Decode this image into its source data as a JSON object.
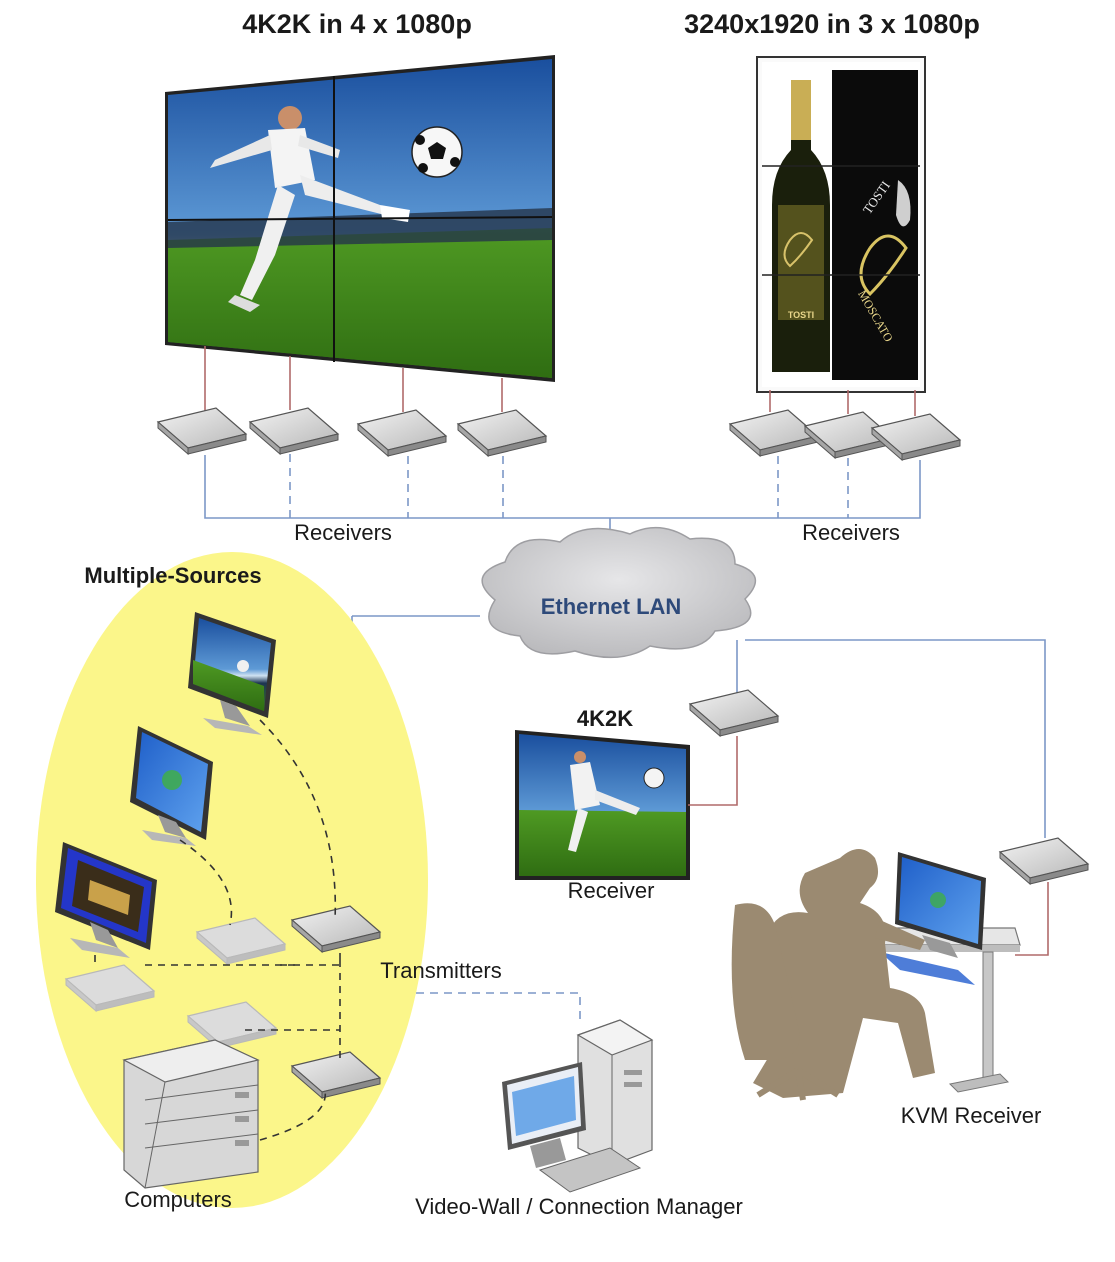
{
  "titles": {
    "left_wall": "4K2K in 4 x 1080p",
    "right_wall": "3240x1920 in 3 x 1080p"
  },
  "labels": {
    "receivers_left": "Receivers",
    "receivers_right": "Receivers",
    "multiple_sources": "Multiple-Sources",
    "ethernet_lan": "Ethernet LAN",
    "single_display": "4K2K",
    "receiver": "Receiver",
    "transmitters": "Transmitters",
    "computers": "Computers",
    "manager": "Video-Wall / Connection Manager",
    "kvm_receiver": "KVM Receiver"
  },
  "bottle_text": {
    "bottle_label": "TOSTI",
    "box_brand": "TOSTI",
    "box_product": "MOSCATO"
  },
  "colors": {
    "lan_line": "#7c97c7",
    "display_line": "#b06a6a",
    "source_highlight": "#fbf68a",
    "cloud": "#c9c9cb",
    "cloud_text": "#2e4a7a",
    "device": "#c8c8c8",
    "silhouette": "#9b8a71"
  },
  "icons": [
    "football-player-image",
    "wine-bottle-image",
    "receiver-box-icon",
    "transmitter-box-icon",
    "monitor-icon",
    "computer-tower-icon",
    "server-rack-icon",
    "person-at-desk-icon",
    "cloud-icon"
  ]
}
